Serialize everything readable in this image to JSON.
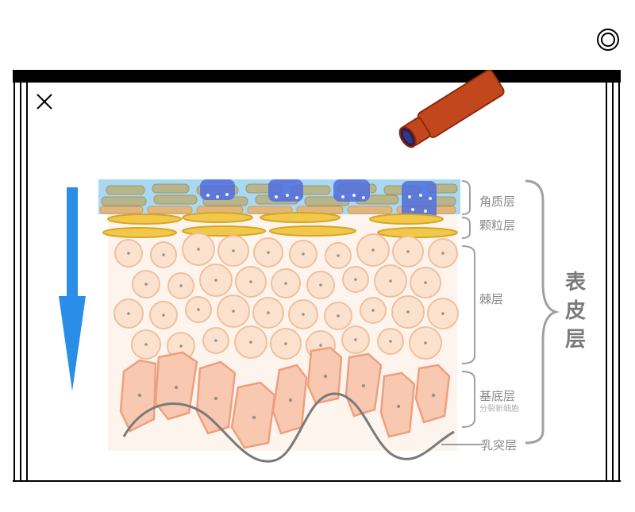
{
  "icons": {
    "top_right": "target-icon",
    "close": "close-icon"
  },
  "diagram": {
    "layers": {
      "stratum_corneum": "角质层",
      "stratum_granulosum": "颗粒层",
      "stratum_spinosum": "棘层",
      "stratum_basale": "基底层",
      "stratum_basale_note": "分裂新细胞",
      "dermal_papilla": "乳突层"
    },
    "group_label": [
      "表",
      "皮",
      "层"
    ]
  },
  "colors": {
    "arrow": "#2a8ee8",
    "corneum": "#a9d8f2",
    "product_blue": "#4f6ee0",
    "granulosum": "#f2c84a",
    "spinosum": "#f6c9a8",
    "basale": "#f0a080",
    "papilla_line": "#7a7a7a",
    "bracket": "#a0a0a0",
    "bottle": "#c2471c"
  }
}
